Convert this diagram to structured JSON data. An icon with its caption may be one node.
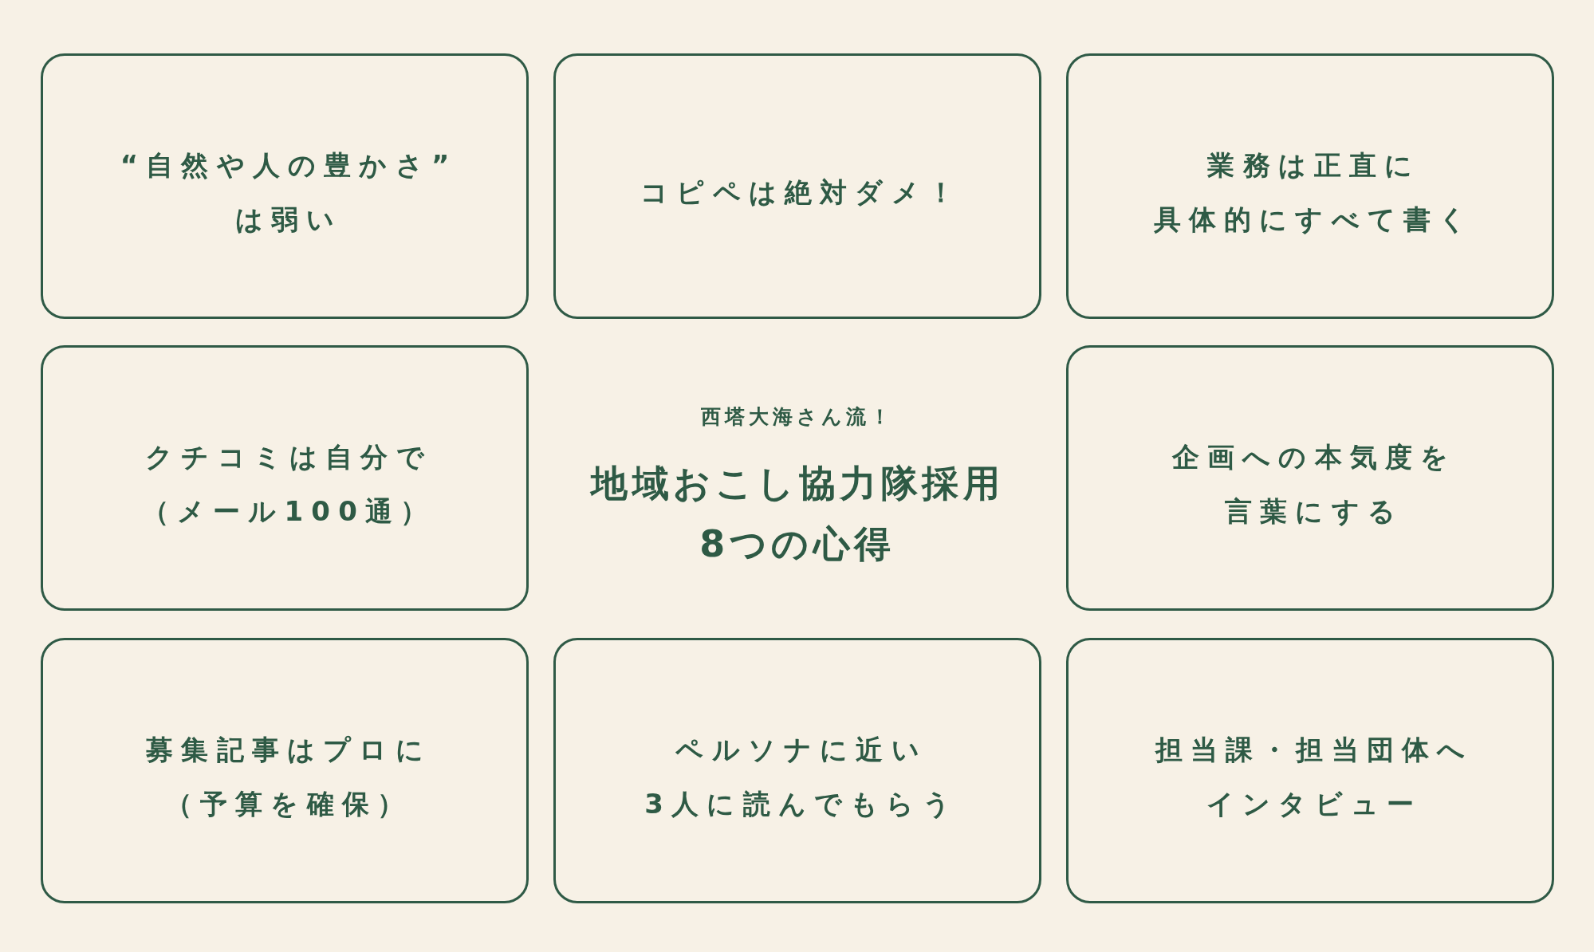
{
  "diagram": {
    "title": "地域おこし協力隊採用8つの心得",
    "nodes": [
      {
        "text": [
          "“自然や人の豊かさ”は弱い"
        ]
      },
      {
        "text": [
          "コピペは絶対ダメ！"
        ]
      },
      {
        "text": [
          "業務は正直に具体的にすべて書く"
        ]
      },
      {
        "text": [
          "クチコミは自分で（メール100通）"
        ]
      },
      {
        "text": [
          "企画への本気度を言葉にする"
        ]
      },
      {
        "text": [
          "募集記事はプロに（予算を確保）"
        ]
      },
      {
        "text": [
          "ペルソナに近い3人に読んでもらう"
        ]
      },
      {
        "text": [
          "担当課・担当団体へインタビュー"
        ]
      }
    ],
    "labels": [
      "西塔大海さん流！"
    ]
  }
}
